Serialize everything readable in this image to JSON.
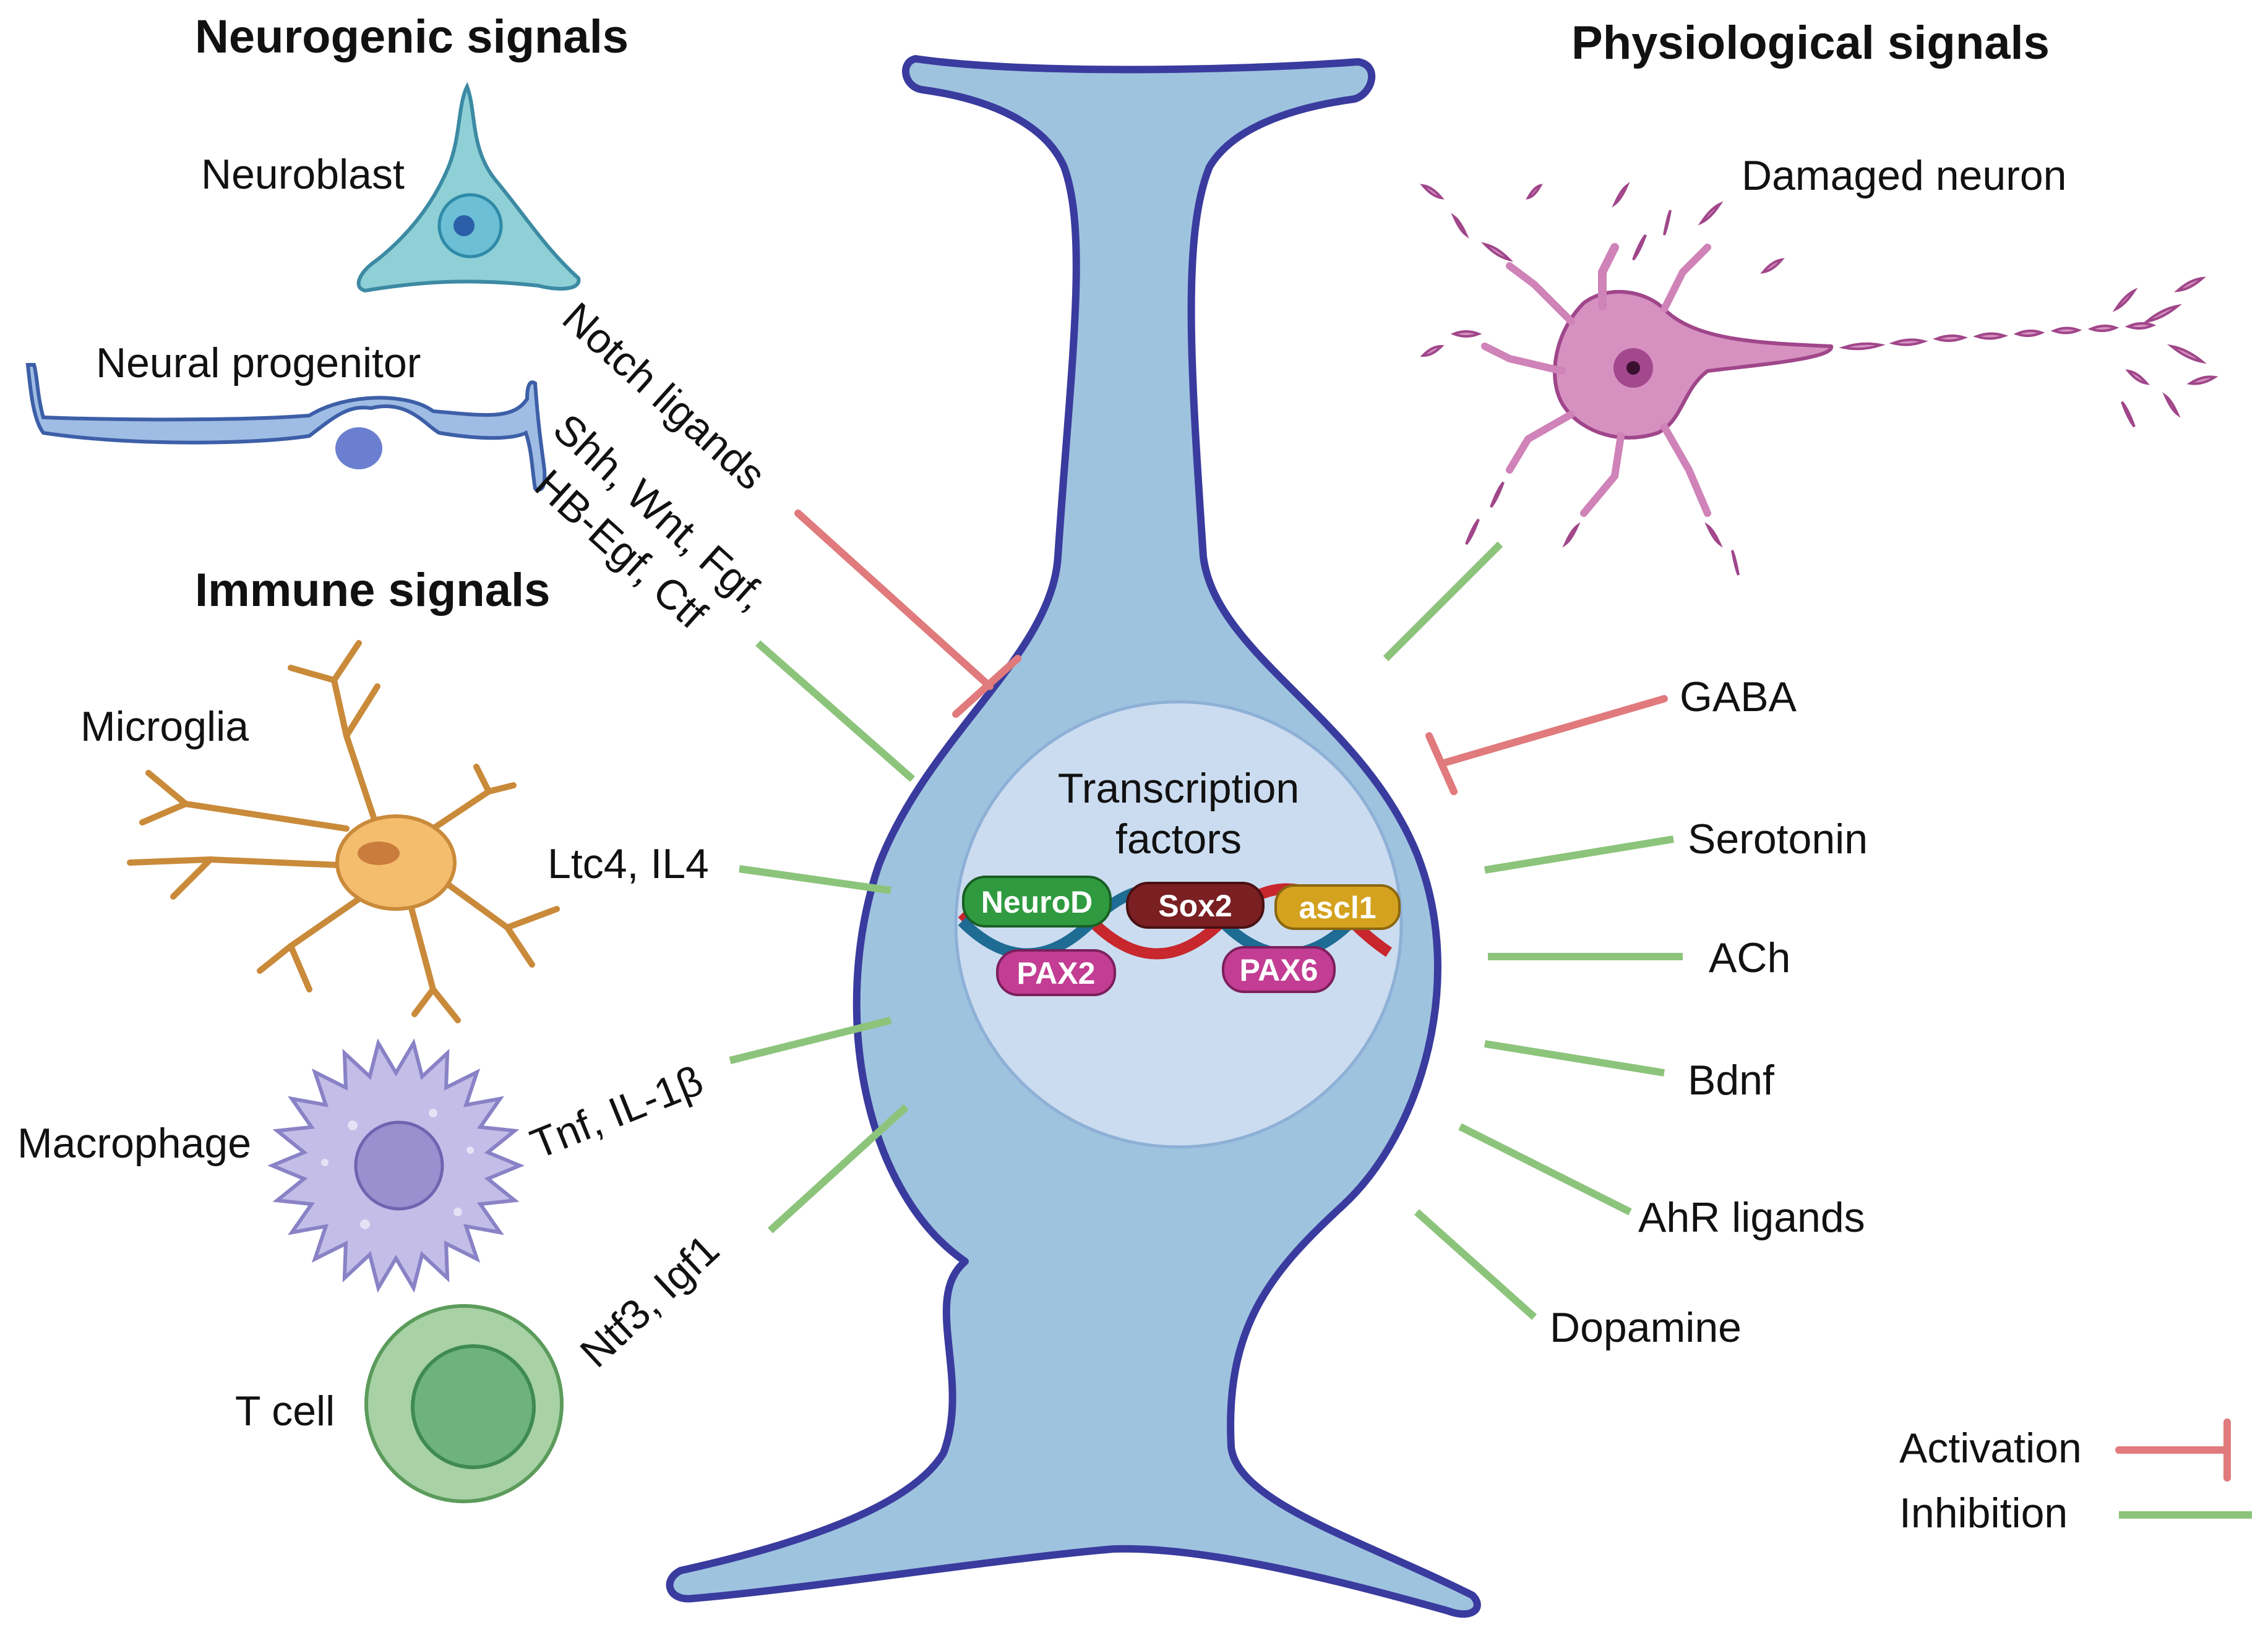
{
  "headings": {
    "neurogenic": "Neurogenic signals",
    "immune": "Immune signals",
    "physiological": "Physiological signals"
  },
  "cells": {
    "neuroblast": "Neuroblast",
    "neural_progenitor": "Neural progenitor",
    "microglia": "Microglia",
    "macrophage": "Macrophage",
    "t_cell": "T cell",
    "damaged_neuron": "Damaged neuron"
  },
  "signals_left": {
    "notch": "Notch ligands",
    "morphogens_line1": "Shh, Wnt, Fgf,",
    "morphogens_line2": "HB-Egf, Ctf",
    "microglia": "Ltc4, IL4",
    "macrophage": "Tnf, IL-1β",
    "tcell": "Ntf3, Igf1"
  },
  "signals_right": {
    "gaba": "GABA",
    "serotonin": "Serotonin",
    "ach": "ACh",
    "bdnf": "Bdnf",
    "ahr": "AhR ligands",
    "dopamine": "Dopamine"
  },
  "nucleus": {
    "title_line1": "Transcription",
    "title_line2": "factors",
    "factors": {
      "neurod": "NeuroD",
      "sox2": "Sox2",
      "ascl1": "ascl1",
      "pax2": "PAX2",
      "pax6": "PAX6"
    }
  },
  "legend": {
    "activation": "Activation",
    "inhibition": "Inhibition"
  },
  "colors": {
    "green_arrow": "#8cc47b",
    "red_inhibit": "#e07a7c",
    "glia_fill": "#9ec3df",
    "glia_outline": "#3a3b9e",
    "nucleus_fill": "#cbdcf0",
    "neurod": "#2f9a3f",
    "sox2": "#7a1f22",
    "ascl1": "#d4a21f",
    "pax": "#c23d93"
  }
}
